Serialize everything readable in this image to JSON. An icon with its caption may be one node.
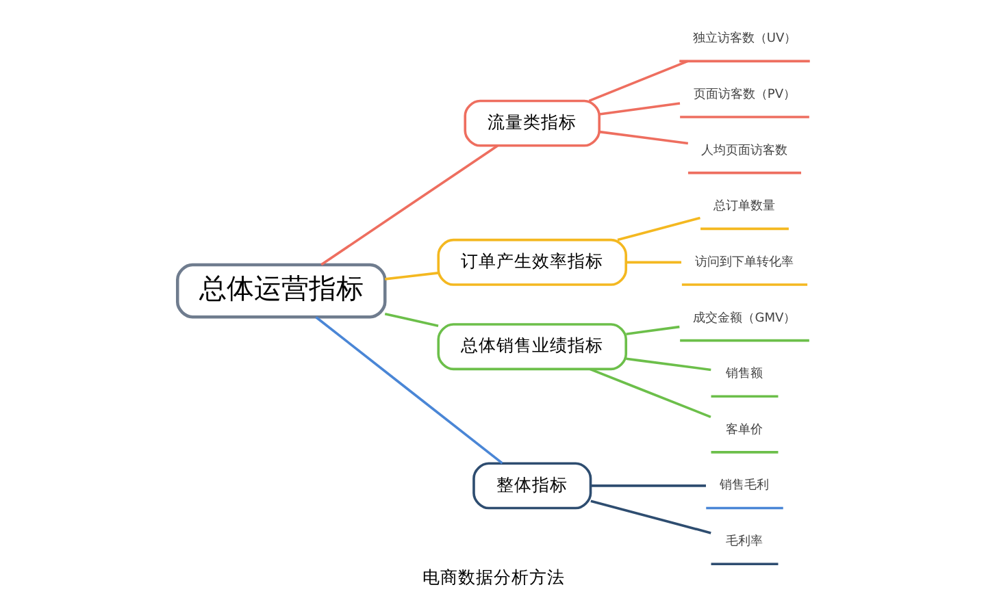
{
  "diagram": {
    "caption": "电商数据分析方法",
    "nodes": [
      {
        "text": [
          "总体运营指标"
        ]
      },
      {
        "text": [
          "流量类指标"
        ]
      },
      {
        "text": [
          "独立访客数（UV）"
        ]
      },
      {
        "text": [
          "页面访客数（PV）"
        ]
      },
      {
        "text": [
          "人均页面访客数"
        ]
      },
      {
        "text": [
          "订单产生效率指标"
        ]
      },
      {
        "text": [
          "总订单数量"
        ]
      },
      {
        "text": [
          "访问到下单转化率"
        ]
      },
      {
        "text": [
          "总体销售业绩指标"
        ]
      },
      {
        "text": [
          "成交金额（GMV）"
        ]
      },
      {
        "text": [
          "销售额"
        ]
      },
      {
        "text": [
          "客单价"
        ]
      },
      {
        "text": [
          "整体指标"
        ]
      },
      {
        "text": [
          "销售毛利"
        ]
      },
      {
        "text": [
          "毛利率"
        ]
      }
    ],
    "edges": [
      {
        "from": 0,
        "to": 1,
        "arrow": "none",
        "color": "#ee6e5f"
      },
      {
        "from": 1,
        "to": 2,
        "arrow": "none",
        "color": "#ee6e5f"
      },
      {
        "from": 1,
        "to": 3,
        "arrow": "none",
        "color": "#ee6e5f"
      },
      {
        "from": 1,
        "to": 4,
        "arrow": "none",
        "color": "#ee6e5f"
      },
      {
        "from": 0,
        "to": 5,
        "arrow": "none",
        "color": "#f4b820"
      },
      {
        "from": 5,
        "to": 6,
        "arrow": "none",
        "color": "#f4b820"
      },
      {
        "from": 5,
        "to": 7,
        "arrow": "none",
        "color": "#f4b820"
      },
      {
        "from": 0,
        "to": 8,
        "arrow": "none",
        "color": "#6cbf4a"
      },
      {
        "from": 8,
        "to": 9,
        "arrow": "none",
        "color": "#6cbf4a"
      },
      {
        "from": 8,
        "to": 10,
        "arrow": "none",
        "color": "#6cbf4a"
      },
      {
        "from": 8,
        "to": 11,
        "arrow": "none",
        "color": "#6cbf4a"
      },
      {
        "from": 0,
        "to": 12,
        "arrow": "none",
        "color": "#4a86d6"
      },
      {
        "from": 12,
        "to": 13,
        "arrow": "none",
        "color": "#2e4d70"
      },
      {
        "from": 12,
        "to": 14,
        "arrow": "none",
        "color": "#2e4d70"
      }
    ]
  }
}
